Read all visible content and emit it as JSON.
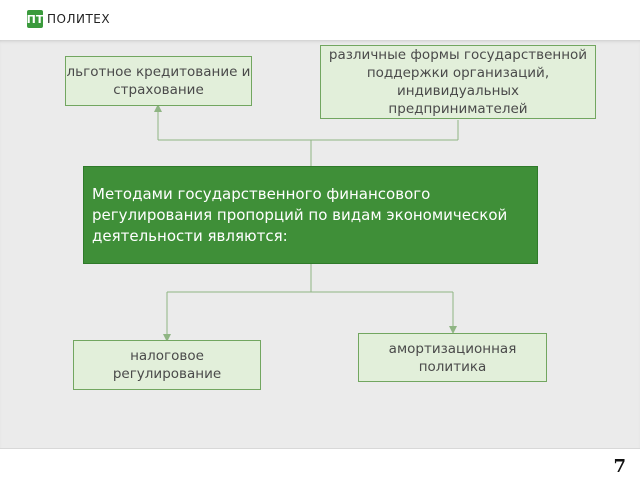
{
  "header": {
    "logo_mark": "ПТ",
    "logo_text": "ПОЛИТЕХ"
  },
  "diagram": {
    "center": "Методами государственного финансового регулирования пропорций по видам экономической деятельности являются:",
    "top_left": "льготное кредитование и страхование",
    "top_right": "различные формы государственной поддержки организаций, индивидуальных предпринимателей",
    "bottom_left": "налоговое регулирование",
    "bottom_right": "амортизационная политика"
  },
  "footer": {
    "page_number": "7"
  },
  "colors": {
    "accent": "#3f8f38",
    "box_fill": "#e2efda",
    "box_border": "#72a660",
    "connector": "#8fb583"
  }
}
